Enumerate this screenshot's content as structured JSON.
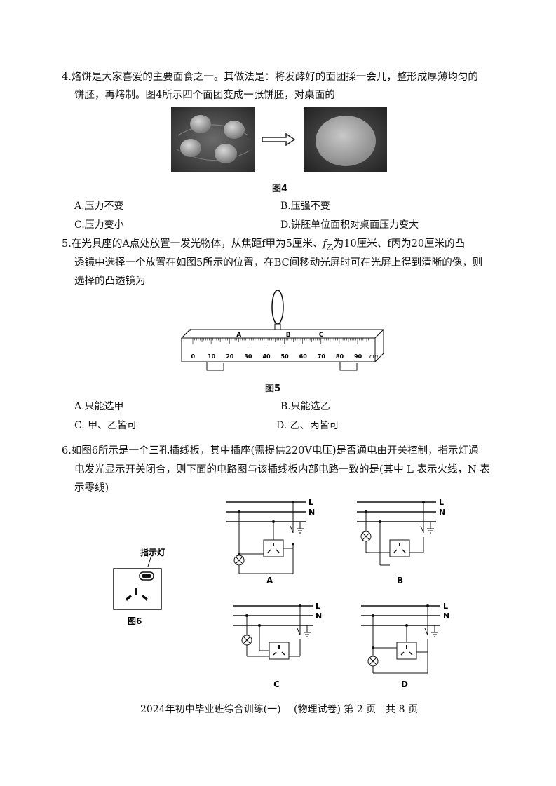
{
  "q4": {
    "line1": "4.烙饼是大家喜爱的主要面食之一。其做法是：将发酵好的面团揉一会儿，整形成厚薄均匀的",
    "line2": "饼胚，再烤制。图4所示四个面团变成一张饼胚，对桌面的",
    "figure_caption": "图4",
    "options": {
      "A": "A.压力不变",
      "B": "B.压强不变",
      "C": "C.压力变小",
      "D": "D.饼胚单位面积对桌面压力变大"
    }
  },
  "q5": {
    "line1_pre": "5.在光具座的A点处放置一发光物体，从焦距f甲为5厘米、",
    "line1_f": "f",
    "line1_sub": "乙",
    "line1_post": "为10厘米、f丙为20厘米的凸",
    "line2": "透镜中选择一个放置在如图5所示的位置，在BC间移动光屏时可在光屏上得到清晰的像，则",
    "line3": "选择的凸透镜为",
    "bench": {
      "points": [
        "A",
        "B",
        "C"
      ],
      "ticks": [
        "0",
        "10",
        "20",
        "30",
        "40",
        "50",
        "60",
        "70",
        "80",
        "90"
      ],
      "unit": "cm"
    },
    "figure_caption": "图5",
    "options": {
      "A": "A.只能选甲",
      "B": "B.只能选乙",
      "C": "C. 甲、乙皆可",
      "D": "D. 乙、丙皆可"
    }
  },
  "q6": {
    "line1": "6.如图6所示是一个三孔插线板，其中插座(需提供220V电压)是否通电由开关控制，指示灯通",
    "line2": "电发光显示开关闭合，则下面的电路图与该插线板内部电路一致的是(其中 L 表示火线，N 表",
    "line3": "示零线)",
    "indicator_label": "指示灯",
    "figure_caption": "图6",
    "circuit_labels": {
      "live": "L",
      "neutral": "N"
    },
    "circuits": [
      "A",
      "B",
      "C",
      "D"
    ]
  },
  "footer": "2024年初中毕业班综合训练(一)　 (物理试卷) 第 2 页　共 8 页"
}
